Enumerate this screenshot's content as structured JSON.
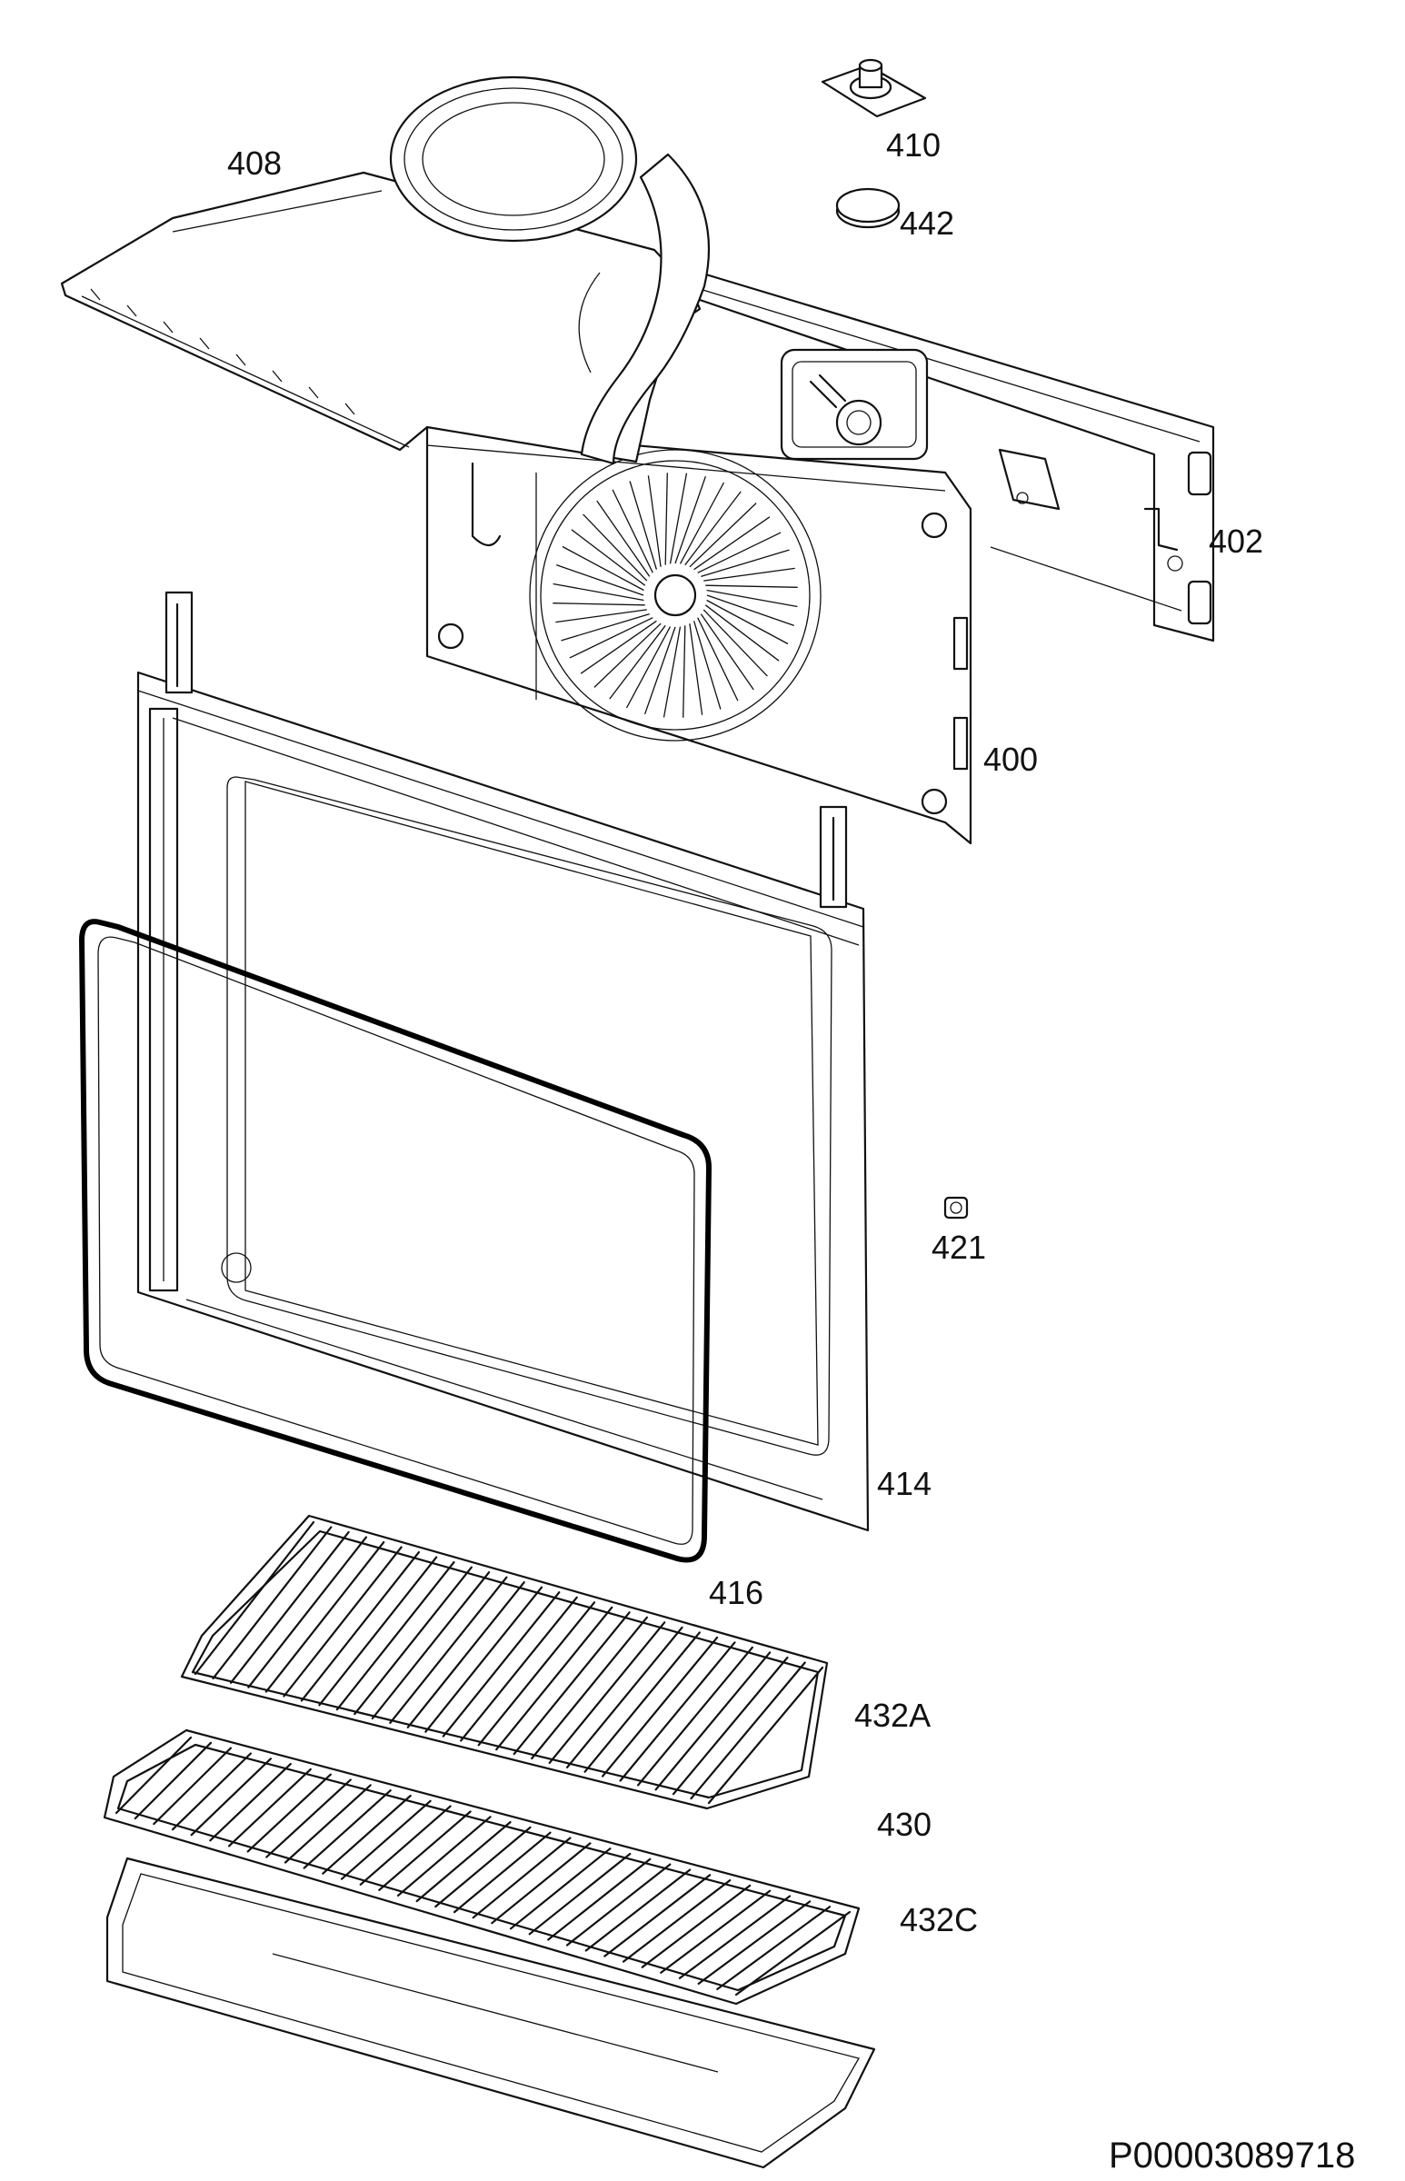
{
  "callouts": {
    "c408": "408",
    "c410": "410",
    "c442": "442",
    "c402": "402",
    "c400": "400",
    "c421": "421",
    "c414": "414",
    "c416": "416",
    "c432a": "432A",
    "c430": "430",
    "c432c": "432C"
  },
  "drawing_code": "P00003089718"
}
